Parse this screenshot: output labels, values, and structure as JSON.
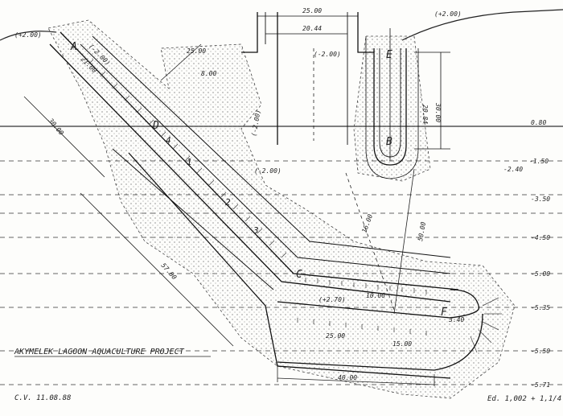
{
  "drawing": {
    "title": "AKYMELEK LAGOON AQUACULTURE PROJECT",
    "signature": "C.V. 11.08.88",
    "scale_note": "Ed. 1,002 + 1,1/4",
    "depth_labels": [
      "0.80",
      "-1.50",
      "-2.40",
      "-3.50",
      "-4.50",
      "-5.00",
      "-5.35",
      "-5.50",
      "-5.71"
    ],
    "point_labels": [
      "A",
      "B",
      "C",
      "D",
      "E",
      "F"
    ],
    "channel_labels": [
      "1",
      "2",
      "3",
      "4"
    ],
    "dimensions": {
      "d_25_00_top": "25.00",
      "d_20_44": "20.44",
      "d_2_00_top": "(-2.00)",
      "d_plus2_00_left": "(+2.00)",
      "d_plus2_00_right": "(+2.00)",
      "d_25_00_diag": "25.00",
      "d_30_00": "30.00",
      "d_57_00": "57.00",
      "d_50_00": "50.00",
      "d_20_84": "20.84",
      "d_30_00_right": "30.00",
      "d_16_00": "16.00",
      "d_2_00_mid": "(-2.00)",
      "d_2_00_mid2": "(-2.00)",
      "d_8_00": "8.00",
      "d_25_00_bottom": "25.00",
      "d_15_00": "15.00",
      "d_40_00": "40.00",
      "d_10_00": "10.00",
      "d_2_70": "(+2.70)",
      "d_3_40": "3.40",
      "d_21_00": "21.00",
      "d_2_00_small": "(-2.00)"
    }
  }
}
